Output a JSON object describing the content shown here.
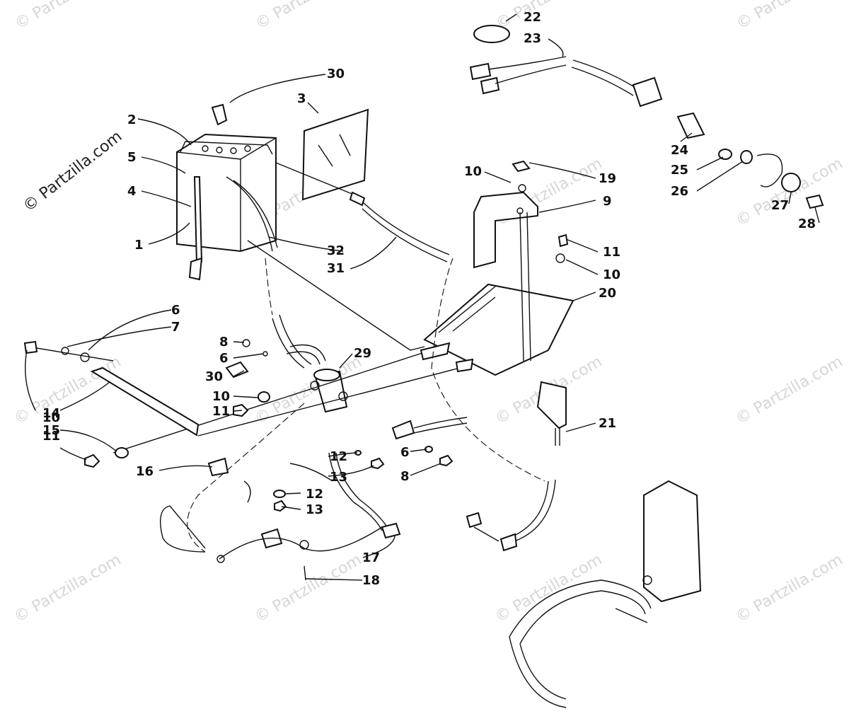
{
  "watermark": "© Partzilla.com",
  "callouts": [
    "1",
    "2",
    "3",
    "4",
    "5",
    "6",
    "7",
    "8",
    "9",
    "10",
    "11",
    "12",
    "13",
    "14",
    "15",
    "16",
    "17",
    "18",
    "19",
    "20",
    "21",
    "22",
    "23",
    "24",
    "25",
    "26",
    "27",
    "28",
    "29",
    "30",
    "31",
    "32"
  ]
}
